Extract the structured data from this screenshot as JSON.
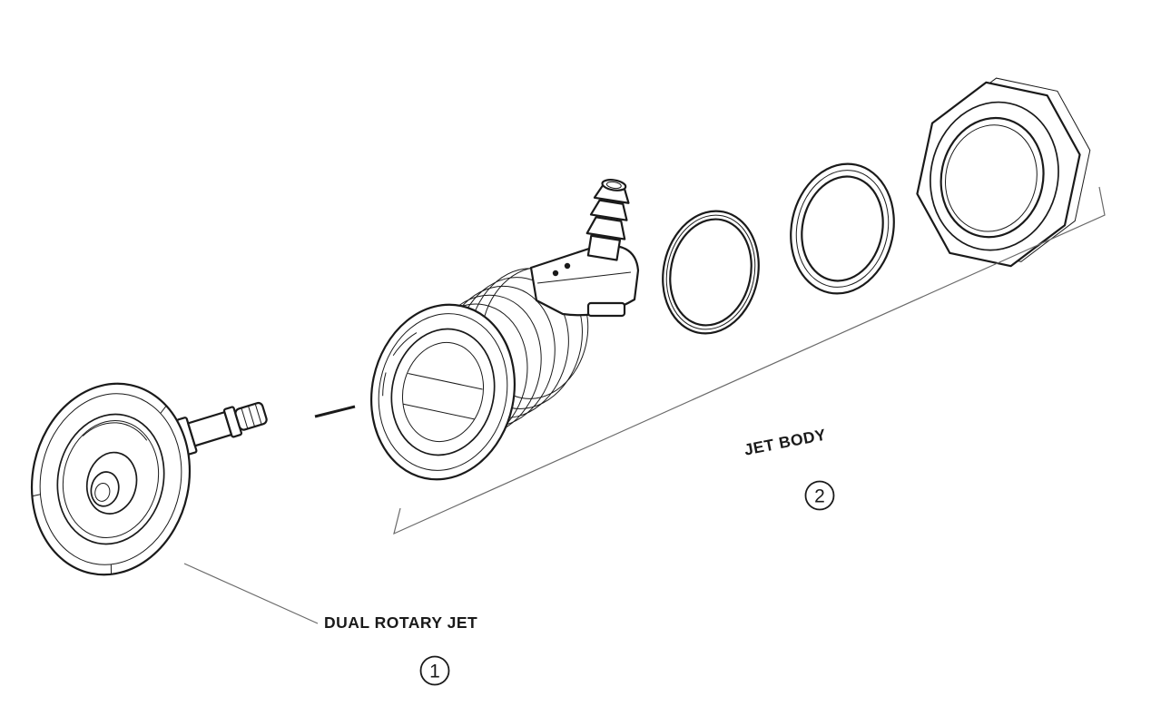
{
  "diagram": {
    "type": "exploded-assembly-diagram",
    "background_color": "#ffffff",
    "line_color": "#1a1a1a",
    "parts": [
      {
        "number": "1",
        "label": "DUAL ROTARY JET"
      },
      {
        "number": "2",
        "label": "JET BODY"
      }
    ]
  }
}
